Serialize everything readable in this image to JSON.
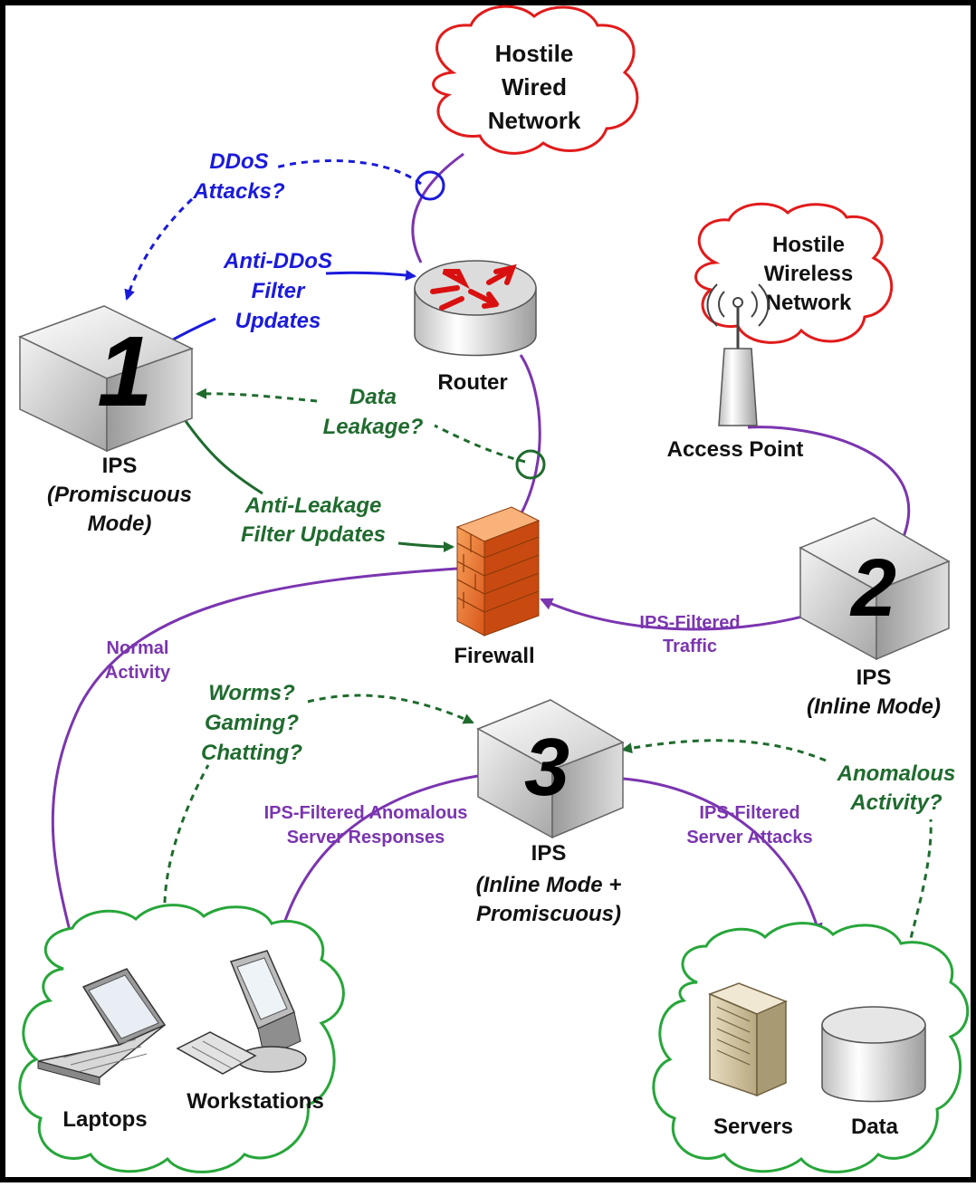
{
  "colors": {
    "purple": "#7b35b0",
    "blue": "#1a1adc",
    "green": "#1f6b2e",
    "red_cloud": "#e21b1b",
    "green_cloud": "#27a63a",
    "firewall": "#e8702a"
  },
  "clouds": {
    "wired": [
      "Hostile",
      "Wired",
      "Network"
    ],
    "wireless": [
      "Hostile",
      "Wireless",
      "Network"
    ]
  },
  "devices": {
    "router": "Router",
    "access_point": "Access Point",
    "firewall": "Firewall",
    "laptops": "Laptops",
    "workstations": "Workstations",
    "servers": "Servers",
    "data": "Data"
  },
  "ips": {
    "ips1": {
      "number": "1",
      "title": "IPS",
      "mode": [
        "(Promiscuous",
        "Mode)"
      ]
    },
    "ips2": {
      "number": "2",
      "title": "IPS",
      "mode": [
        "(Inline Mode)"
      ]
    },
    "ips3": {
      "number": "3",
      "title": "IPS",
      "mode": [
        "(Inline Mode +",
        "Promiscuous)"
      ]
    }
  },
  "annotations": {
    "ddos_attacks": [
      "DDoS",
      "Attacks?"
    ],
    "anti_ddos": [
      "Anti-DDoS",
      "Filter",
      "Updates"
    ],
    "data_leakage": [
      "Data",
      "Leakage?"
    ],
    "anti_leakage": [
      "Anti-Leakage",
      "Filter Updates"
    ],
    "ips_filtered_traffic": [
      "IPS-Filtered",
      "Traffic"
    ],
    "normal_activity": [
      "Normal",
      "Activity"
    ],
    "worms": [
      "Worms?",
      "Gaming?",
      "Chatting?"
    ],
    "anomalous_responses": [
      "IPS-Filtered Anomalous",
      "Server Responses"
    ],
    "server_attacks": [
      "IPS-Filtered",
      "Server Attacks"
    ],
    "anomalous_activity": [
      "Anomalous",
      "Activity?"
    ]
  }
}
